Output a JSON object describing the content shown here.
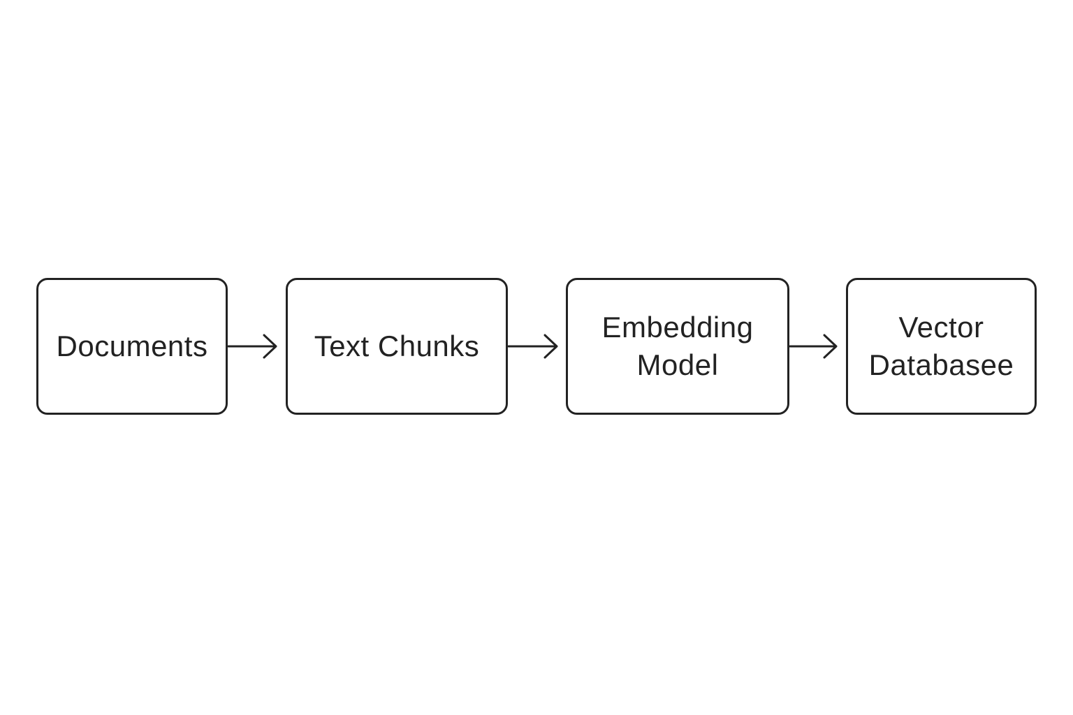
{
  "diagram": {
    "nodes": [
      {
        "label": "Documents"
      },
      {
        "label": "Text Chunks"
      },
      {
        "label": "Embedding\nModel"
      },
      {
        "label": "Vector\nDatabasee"
      }
    ],
    "edges": [
      {
        "from": "Documents",
        "to": "Text Chunks"
      },
      {
        "from": "Text Chunks",
        "to": "Embedding\nModel"
      },
      {
        "from": "Embedding\nModel",
        "to": "Vector\nDatabasee"
      }
    ],
    "colors": {
      "stroke": "#222222",
      "text": "#222222",
      "background": "#ffffff"
    }
  }
}
